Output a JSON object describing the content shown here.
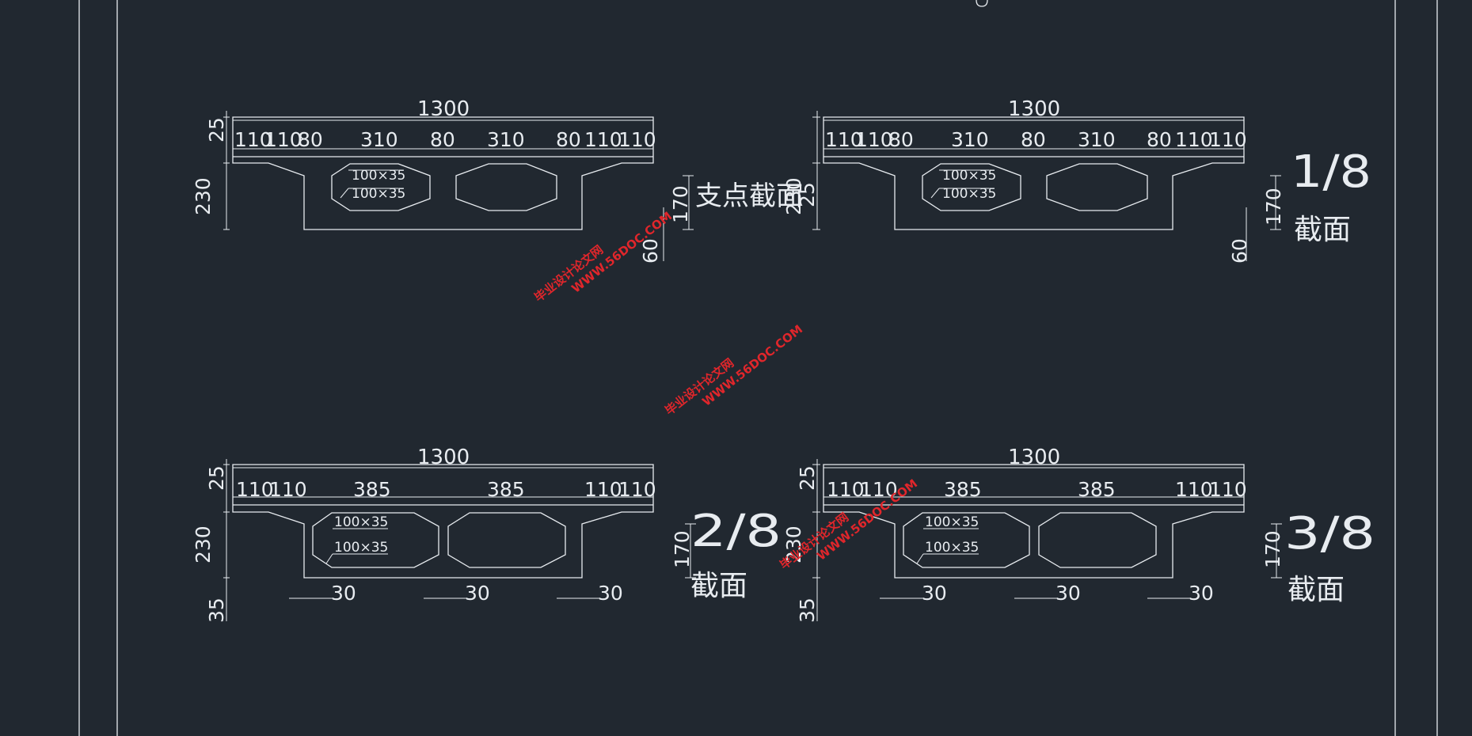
{
  "colors": {
    "background": "#212830",
    "line": "#e8ecf0",
    "watermark": "#e0262b"
  },
  "sections": [
    {
      "id": "support",
      "top_width": "1300",
      "dims": [
        "110",
        "110",
        "80",
        "310",
        "80",
        "310",
        "80",
        "110",
        "110"
      ],
      "cells": [
        "100×35",
        "100×35"
      ],
      "left_dims": [
        "25",
        "230"
      ],
      "right_dims": [
        "170",
        "60"
      ],
      "title": "支点截面"
    },
    {
      "id": "one-eighth",
      "top_width": "1300",
      "dims": [
        "110",
        "110",
        "80",
        "310",
        "80",
        "310",
        "80",
        "110",
        "110"
      ],
      "cells": [
        "100×35",
        "100×35"
      ],
      "left_dims": [
        "25",
        "230"
      ],
      "right_dims": [
        "170",
        "60"
      ],
      "title_fraction": "1/8",
      "title_suffix": "截面"
    },
    {
      "id": "two-eighth",
      "top_width": "1300",
      "dims": [
        "110",
        "110",
        "385",
        "385",
        "110",
        "110"
      ],
      "cells": [
        "100×35",
        "100×35"
      ],
      "left_dims": [
        "25",
        "230",
        "35"
      ],
      "right_dims": [
        "170"
      ],
      "bottom_dims": [
        "30",
        "30",
        "30"
      ],
      "title_fraction": "2/8",
      "title_suffix": "截面"
    },
    {
      "id": "three-eighth",
      "top_width": "1300",
      "dims": [
        "110",
        "110",
        "385",
        "385",
        "110",
        "110"
      ],
      "cells": [
        "100×35",
        "100×35"
      ],
      "left_dims": [
        "25",
        "230",
        "35"
      ],
      "right_dims": [
        "170"
      ],
      "bottom_dims": [
        "30",
        "30",
        "30"
      ],
      "title_fraction": "3/8",
      "title_suffix": "截面"
    }
  ],
  "watermark": {
    "cn": "毕业设计论文网",
    "url": "WWW.56DOC.COM"
  }
}
